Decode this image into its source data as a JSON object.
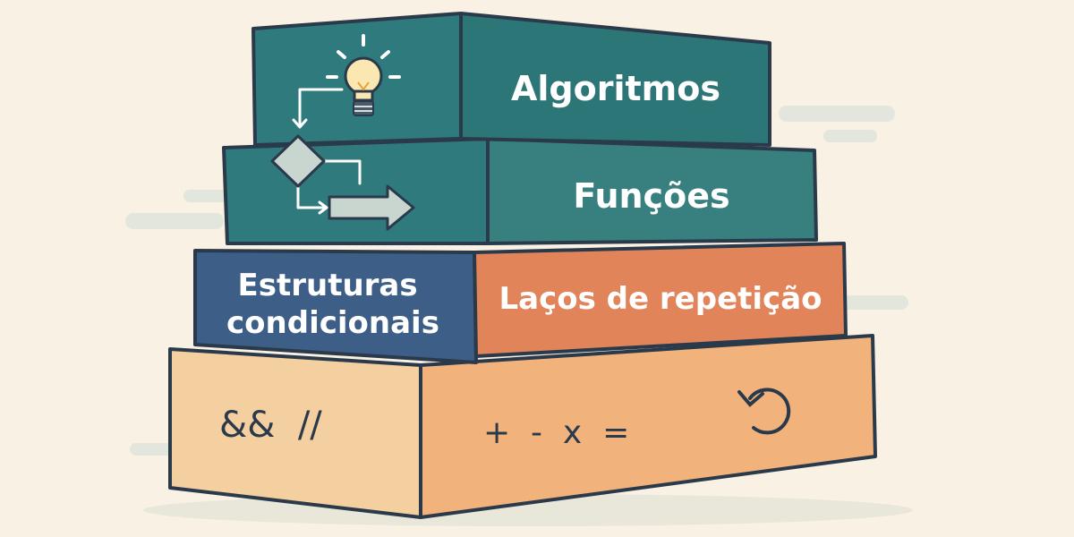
{
  "layers": [
    {
      "id": "algoritmos",
      "label": "Algoritmos",
      "color": "#2f7a7c"
    },
    {
      "id": "funcoes",
      "label": "Funções",
      "color": "#37807f"
    },
    {
      "id": "estruturas",
      "label_lines": [
        "Estruturas",
        "condicionais"
      ],
      "color": "#3d5e86"
    },
    {
      "id": "lacos",
      "label": "Laços de repetição",
      "color": "#e2845a"
    },
    {
      "id": "base",
      "left_text": "&&  //",
      "right_text": "+  -  x  =",
      "color_left": "#f4cf9f",
      "color_right": "#f2b27c"
    }
  ],
  "colors": {
    "background": "#f8f1e4",
    "outline": "#2b3a4a",
    "text_light": "#ffffff",
    "text_dark": "#2b3a4a",
    "shadow": "#dfe3d8"
  },
  "icons": [
    "lightbulb-icon",
    "flowchart-icon",
    "refresh-icon"
  ]
}
